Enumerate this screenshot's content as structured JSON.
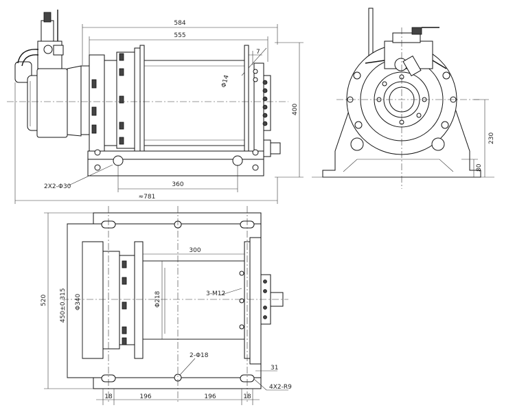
{
  "drawing": {
    "front_view": {
      "dim_overall_top": "584",
      "dim_frame_top": "555",
      "dim_flange": "7",
      "dim_hole": "Φ14",
      "dim_height": "400",
      "dim_base_holes": "2X2-Φ30",
      "dim_base_span": "360",
      "dim_overall_length": "≈781"
    },
    "side_view": {
      "dim_center_height": "230",
      "dim_base_height": "80"
    },
    "top_view": {
      "dim_drum_length": "300",
      "dim_drum_dia": "Φ218",
      "dim_thread": "3-M12",
      "dim_flange_dia": "Φ340",
      "dim_bolt_span": "450±0.315",
      "dim_width": "520",
      "dim_holes": "2-Φ18",
      "dim_edge": "31",
      "dim_slots": "4X2-R9",
      "dim_bottom": [
        "18",
        "196",
        "196",
        "18"
      ]
    }
  }
}
